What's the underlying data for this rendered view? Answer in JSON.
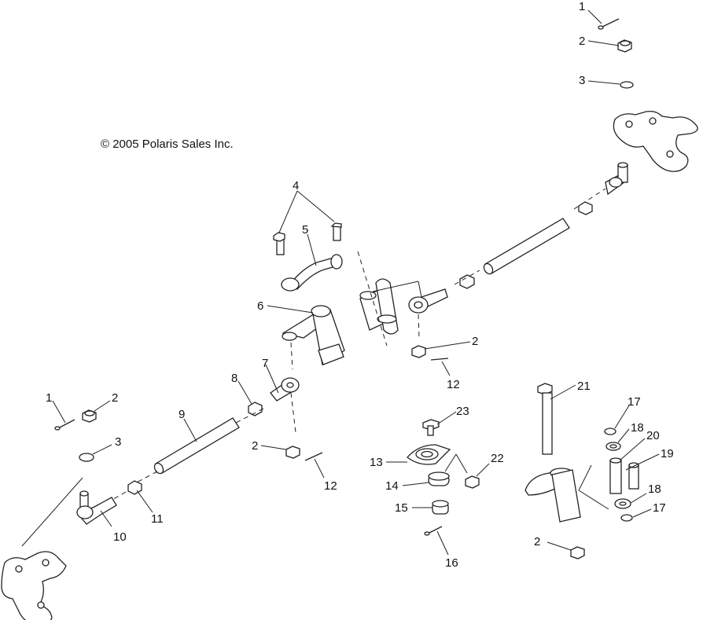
{
  "diagram": {
    "copyright": "© 2005 Polaris Sales Inc.",
    "callouts": {
      "c1a": "1",
      "c2a": "2",
      "c3a": "3",
      "c4": "4",
      "c5": "5",
      "c6": "6",
      "c7": "7",
      "c8": "8",
      "c9": "9",
      "c10": "10",
      "c11": "11",
      "c12a": "12",
      "c12b": "12",
      "c1b": "1",
      "c2b": "2",
      "c3b": "3",
      "c2c": "2",
      "c2d": "2",
      "c2e": "2",
      "c13": "13",
      "c14": "14",
      "c15": "15",
      "c16": "16",
      "c17a": "17",
      "c17b": "17",
      "c18a": "18",
      "c18b": "18",
      "c19": "19",
      "c20": "20",
      "c21": "21",
      "c22": "22",
      "c23": "23"
    }
  }
}
